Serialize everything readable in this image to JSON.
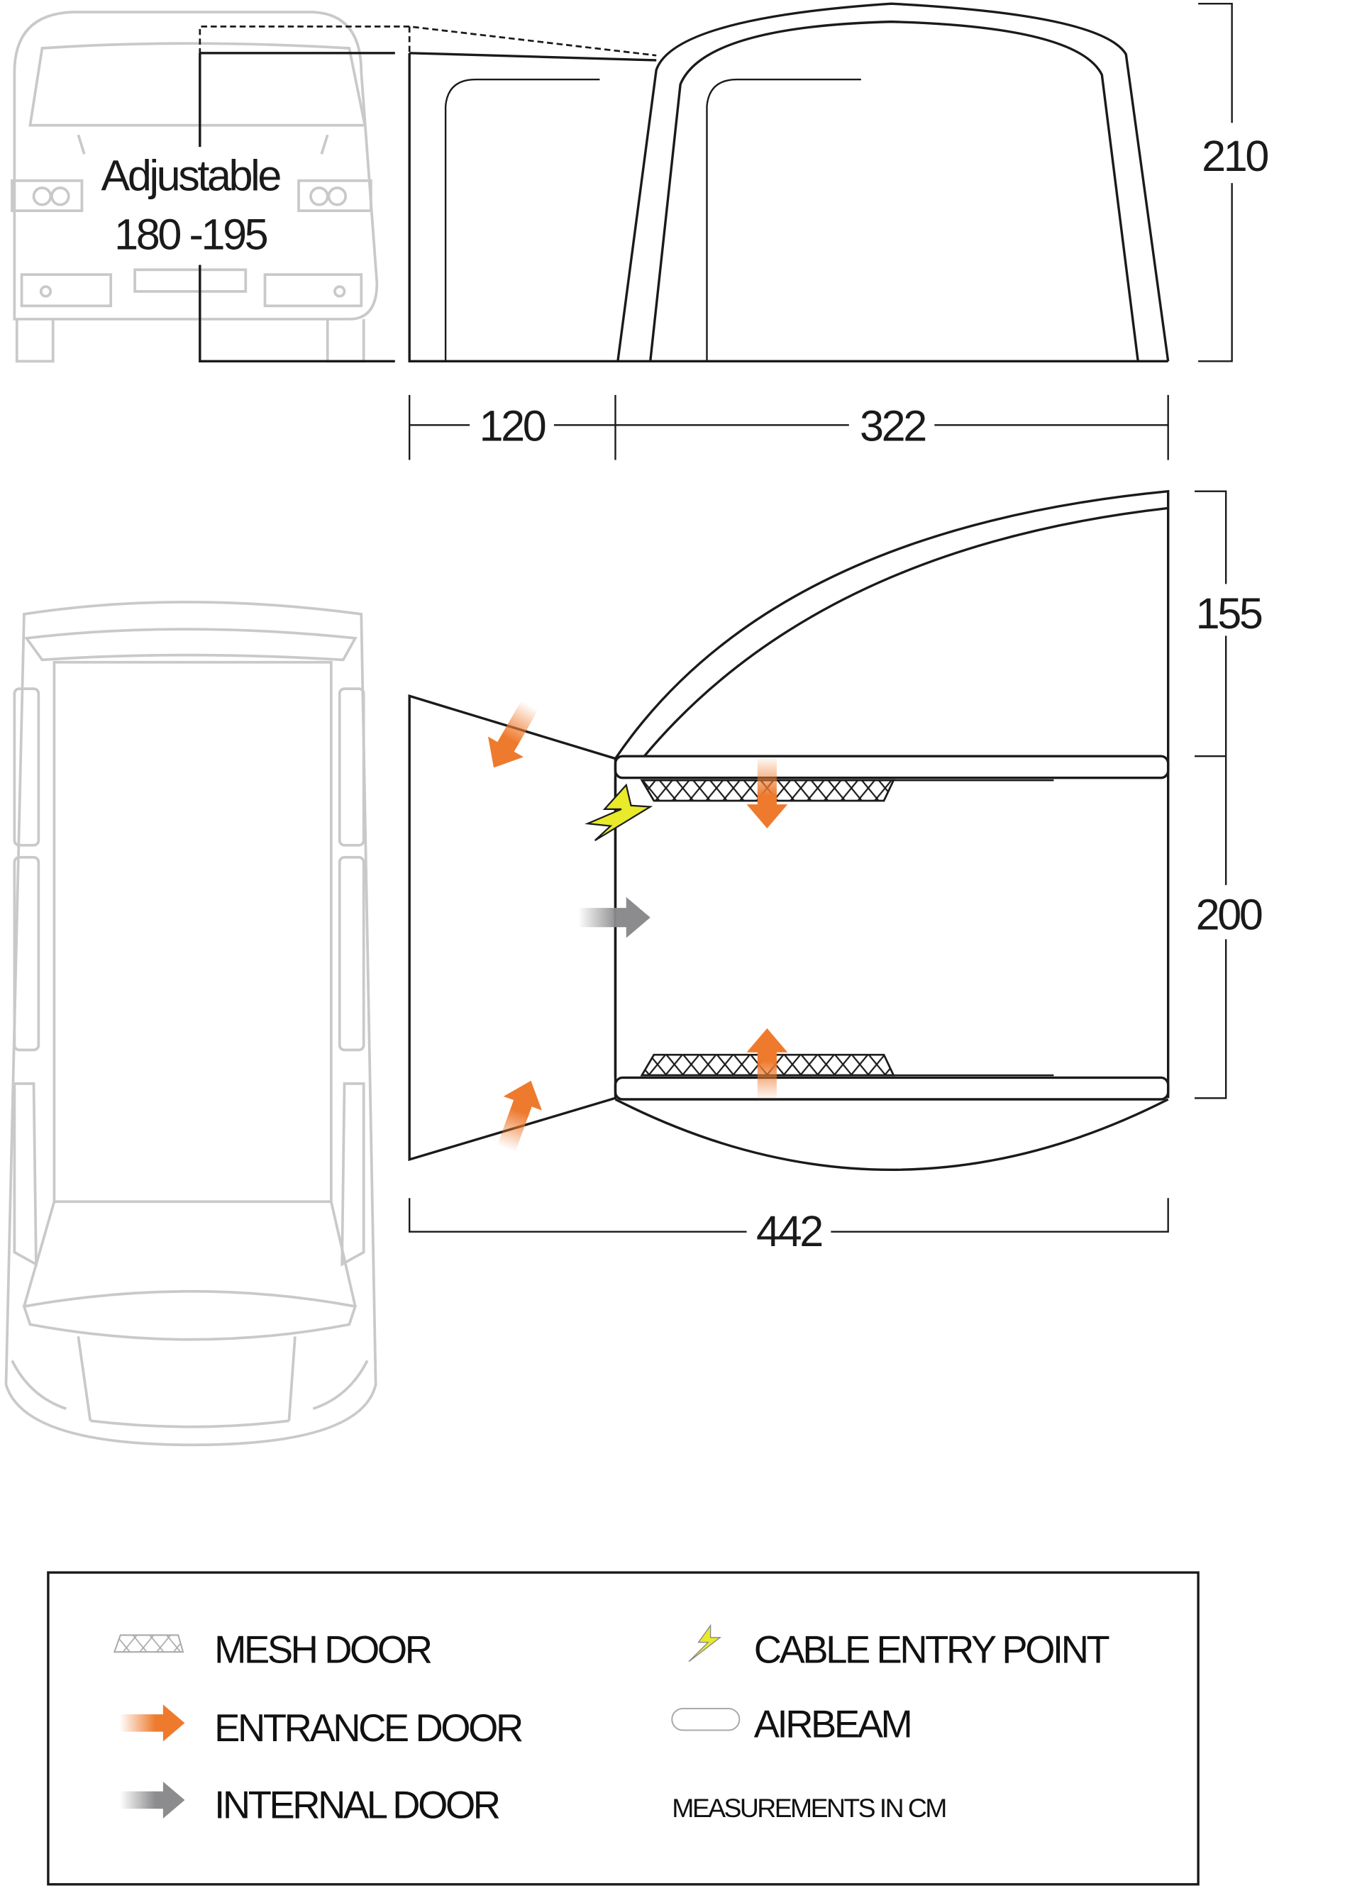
{
  "elevation": {
    "height_label_line1": "Adjustable",
    "height_label_line2": "180 -195",
    "tent_height": "210",
    "annex_width": "120",
    "main_width": "322"
  },
  "plan": {
    "front_depth": "155",
    "rear_depth": "200",
    "total_length": "442"
  },
  "legend": {
    "mesh_door": "MESH DOOR",
    "entrance_door": "ENTRANCE DOOR",
    "internal_door": "INTERNAL DOOR",
    "cable_entry_point": "CABLE ENTRY POINT",
    "airbeam": "AIRBEAM",
    "units_note": "MEASUREMENTS IN CM"
  },
  "colors": {
    "entrance": "#ee7a2e",
    "internal": "#8c8c8e",
    "cable": "#e8ea2a",
    "van": "#c9c9c9"
  }
}
